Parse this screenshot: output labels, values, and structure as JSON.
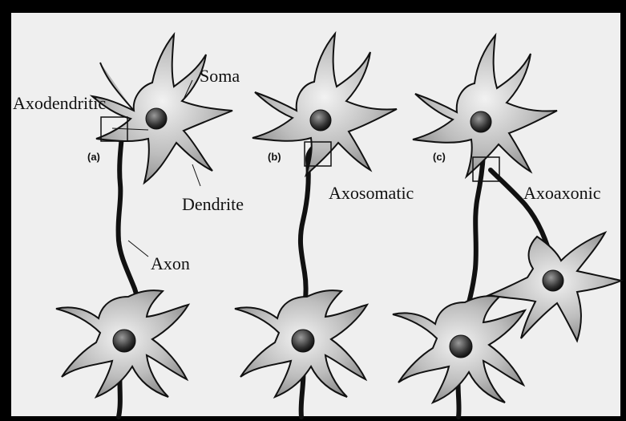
{
  "diagram": {
    "labels": {
      "axodendritic": "Axodendritic",
      "soma": "Soma",
      "dendrite": "Dendrite",
      "axon": "Axon",
      "axosomatic": "Axosomatic",
      "axoaxonic": "Axoaxonic",
      "panel_a": "(a)",
      "panel_b": "(b)",
      "panel_c": "(c)"
    },
    "colors": {
      "frame": "#000000",
      "background": "#efefef",
      "soma_fill": "#c8c8c8",
      "nucleus": "#3c3c3c",
      "outline": "#111111"
    }
  }
}
